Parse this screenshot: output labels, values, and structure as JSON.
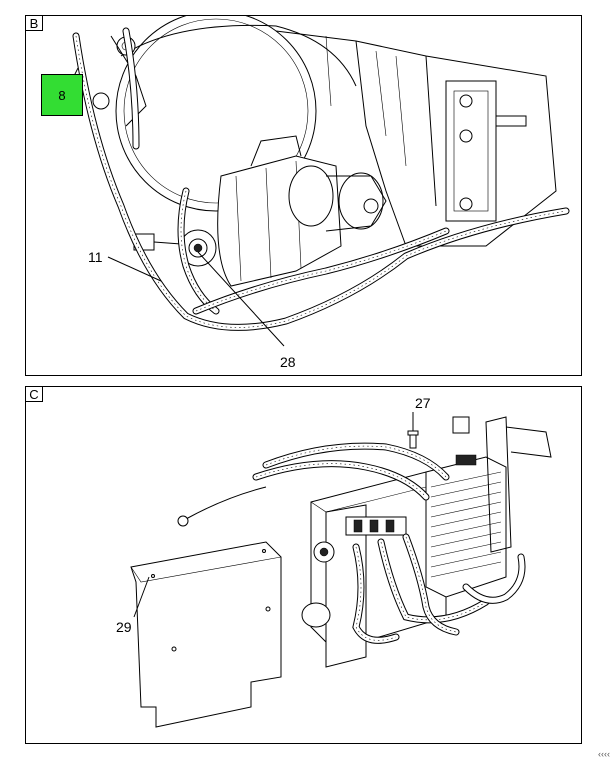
{
  "panels": [
    {
      "letter": "B",
      "callouts": [
        {
          "label": "8",
          "highlighted": true,
          "highlight_color": "#33dd33"
        },
        {
          "label": "11"
        },
        {
          "label": "28"
        }
      ]
    },
    {
      "letter": "C",
      "callouts": [
        {
          "label": "27"
        },
        {
          "label": "29"
        }
      ]
    }
  ],
  "corner_text": "‹‹‹‹"
}
